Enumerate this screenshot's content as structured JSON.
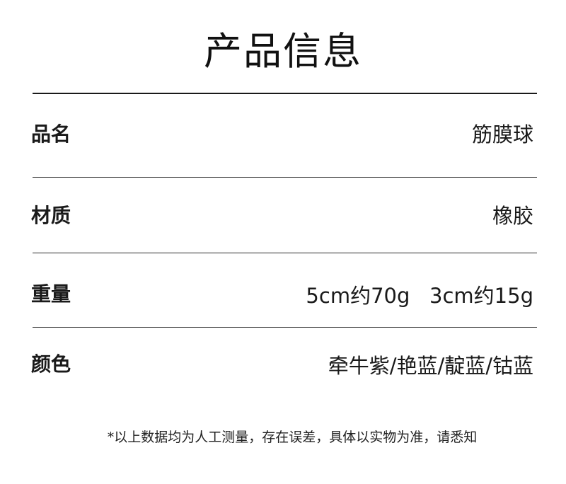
{
  "title": "产品信息",
  "rows": [
    {
      "label": "品名",
      "value": "筋膜球"
    },
    {
      "label": "材质",
      "value": "橡胶"
    },
    {
      "label": "重量",
      "value": "5cm约70g   3cm约15g"
    },
    {
      "label": "颜色",
      "value": "牵牛紫/艳蓝/靛蓝/钴蓝"
    }
  ],
  "note": "*以上数据均为人工测量，存在误差，具体以实物为准，请悉知"
}
